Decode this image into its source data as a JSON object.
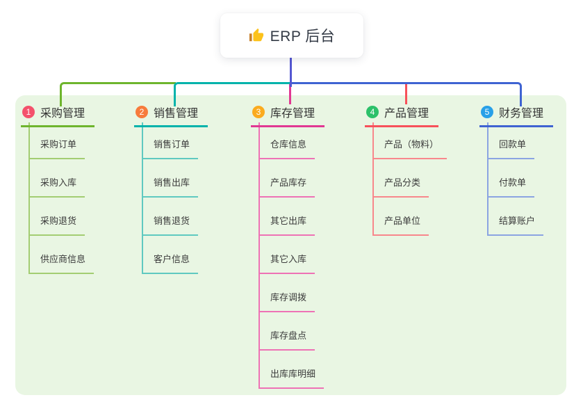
{
  "root": {
    "label": "ERP 后台",
    "icon": "thumbs-up-icon"
  },
  "branches": [
    {
      "index": "1",
      "title": "采购管理",
      "children": [
        "采购订单",
        "采购入库",
        "采购退货",
        "供应商信息"
      ],
      "colors": {
        "line": "#6eb52d",
        "child_line": "#a3cd72",
        "badge": "#f4516c"
      }
    },
    {
      "index": "2",
      "title": "销售管理",
      "children": [
        "销售订单",
        "销售出库",
        "销售退货",
        "客户信息"
      ],
      "colors": {
        "line": "#00b3ab",
        "child_line": "#5fc9c0",
        "badge": "#f77b3c"
      }
    },
    {
      "index": "3",
      "title": "库存管理",
      "children": [
        "仓库信息",
        "产品库存",
        "其它出库",
        "其它入库",
        "库存调拨",
        "库存盘点",
        "出库库明细"
      ],
      "colors": {
        "line": "#e13893",
        "child_line": "#ee72b5",
        "badge": "#fbab1f"
      }
    },
    {
      "index": "4",
      "title": "产品管理",
      "children": [
        "产品（物料）",
        "产品分类",
        "产品单位"
      ],
      "colors": {
        "line": "#f7515a",
        "child_line": "#f8878c",
        "badge": "#2cc16a"
      }
    },
    {
      "index": "5",
      "title": "财务管理",
      "children": [
        "回款单",
        "付款单",
        "结算账户"
      ],
      "colors": {
        "line": "#3f63d2",
        "child_line": "#8ba4e2",
        "badge": "#28a0e8"
      }
    }
  ],
  "connector_colors": {
    "stem": "#5457d2"
  },
  "canvas": {
    "background": "#ffffff",
    "panel_background": "#e9f6e3"
  }
}
